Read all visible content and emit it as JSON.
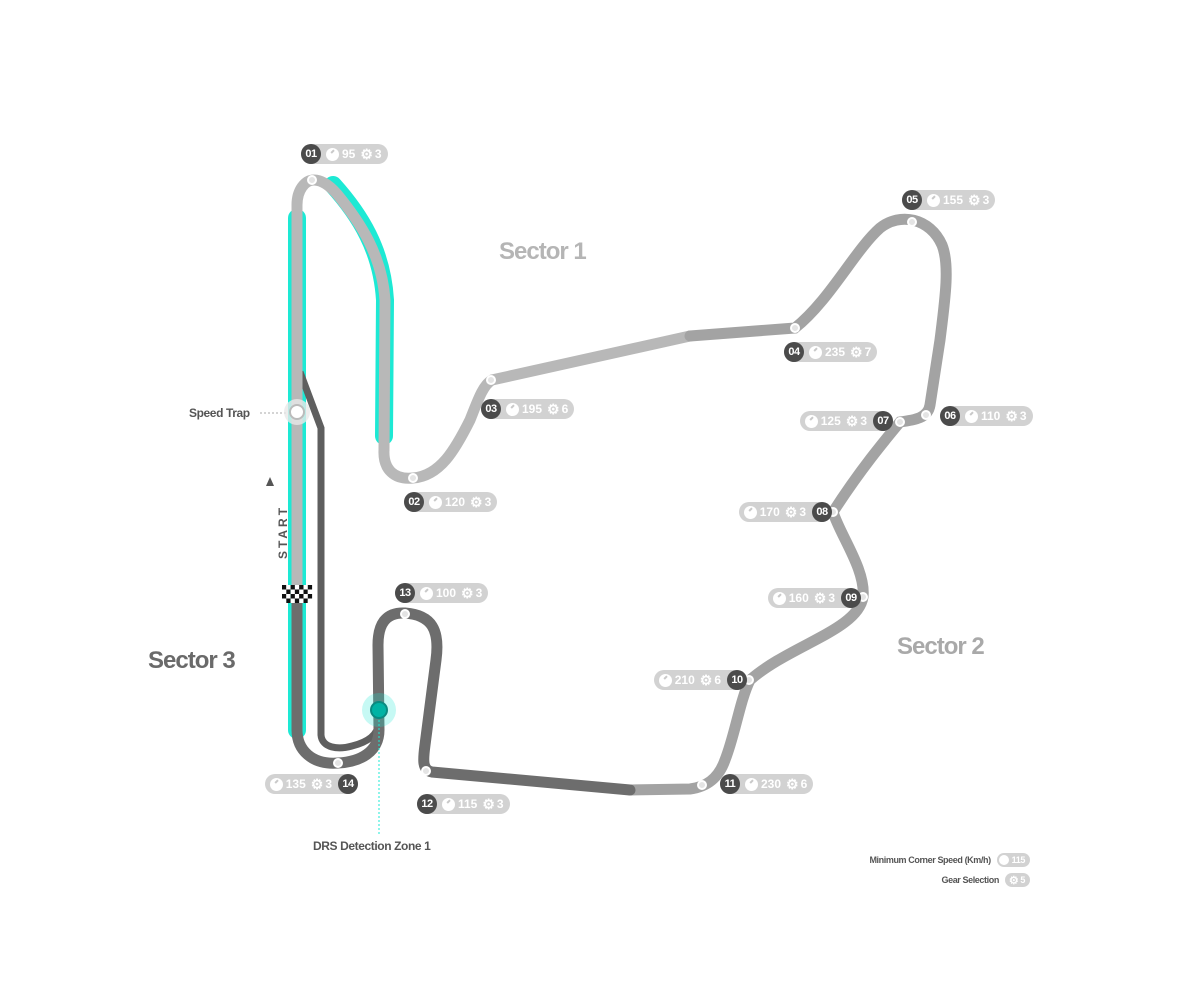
{
  "sectors": {
    "s1": "Sector 1",
    "s2": "Sector 2",
    "s3": "Sector 3"
  },
  "colors": {
    "sector1": "#b8b8b8",
    "sector2": "#a3a3a3",
    "sector3": "#6d6d6d",
    "drs": "#1de9d4",
    "badge": "#d2d2d2",
    "number": "#4b4b4b"
  },
  "labels": {
    "speed_trap": "Speed Trap",
    "start": "START",
    "drs_detection": "DRS Detection Zone 1"
  },
  "corners": [
    {
      "num": "01",
      "speed": "95",
      "gear": "3"
    },
    {
      "num": "02",
      "speed": "120",
      "gear": "3"
    },
    {
      "num": "03",
      "speed": "195",
      "gear": "6"
    },
    {
      "num": "04",
      "speed": "235",
      "gear": "7"
    },
    {
      "num": "05",
      "speed": "155",
      "gear": "3"
    },
    {
      "num": "06",
      "speed": "110",
      "gear": "3"
    },
    {
      "num": "07",
      "speed": "125",
      "gear": "3"
    },
    {
      "num": "08",
      "speed": "170",
      "gear": "3"
    },
    {
      "num": "09",
      "speed": "160",
      "gear": "3"
    },
    {
      "num": "10",
      "speed": "210",
      "gear": "6"
    },
    {
      "num": "11",
      "speed": "230",
      "gear": "6"
    },
    {
      "num": "12",
      "speed": "115",
      "gear": "3"
    },
    {
      "num": "13",
      "speed": "100",
      "gear": "3"
    },
    {
      "num": "14",
      "speed": "135",
      "gear": "3"
    }
  ],
  "legend": {
    "speed_label": "Minimum Corner Speed (Km/h)",
    "speed_example": "115",
    "gear_label": "Gear Selection",
    "gear_example": "5"
  }
}
